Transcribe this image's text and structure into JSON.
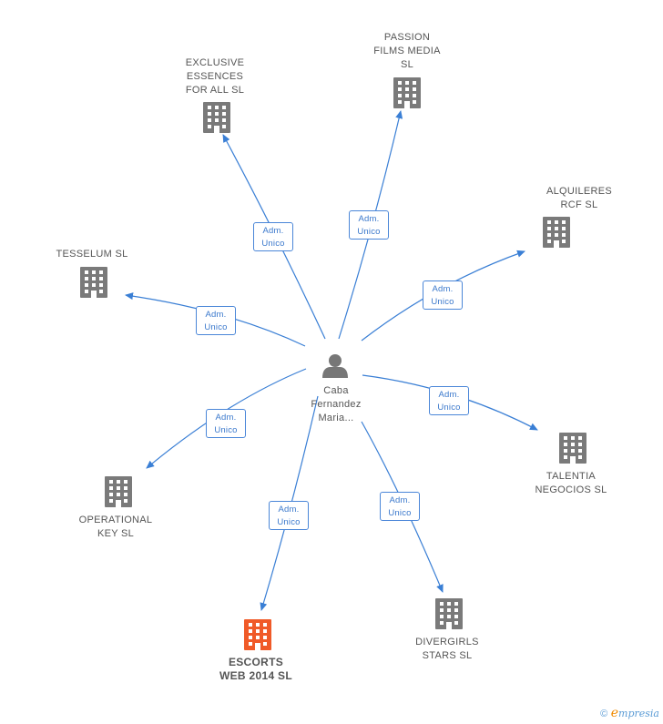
{
  "center": {
    "name": "Caba\nFernandez\nMaria...",
    "icon": "person-icon"
  },
  "relation_label": "Adm.\nUnico",
  "colors": {
    "building": "#7a7a7a",
    "highlight": "#f05a28",
    "edge": "#3a7fd5",
    "person": "#777777"
  },
  "companies": [
    {
      "id": "exclusive-essences",
      "name": "EXCLUSIVE\nESSENCES\nFOR ALL  SL",
      "highlight": false
    },
    {
      "id": "passion-films",
      "name": "PASSION\nFILMS MEDIA\nSL",
      "highlight": false
    },
    {
      "id": "alquileres-rcf",
      "name": "ALQUILERES\nRCF  SL",
      "highlight": false
    },
    {
      "id": "tesselum",
      "name": "TESSELUM SL",
      "highlight": false
    },
    {
      "id": "talentia",
      "name": "TALENTIA\nNEGOCIOS  SL",
      "highlight": false
    },
    {
      "id": "operational-key",
      "name": "OPERATIONAL\nKEY SL",
      "highlight": false
    },
    {
      "id": "escorts-web",
      "name": "ESCORTS\nWEB 2014  SL",
      "highlight": true
    },
    {
      "id": "divergirls",
      "name": "DIVERGIRLS\nSTARS  SL",
      "highlight": false
    }
  ],
  "watermark": {
    "symbol": "©",
    "brand_initial": "e",
    "brand_rest": "mpresia"
  }
}
